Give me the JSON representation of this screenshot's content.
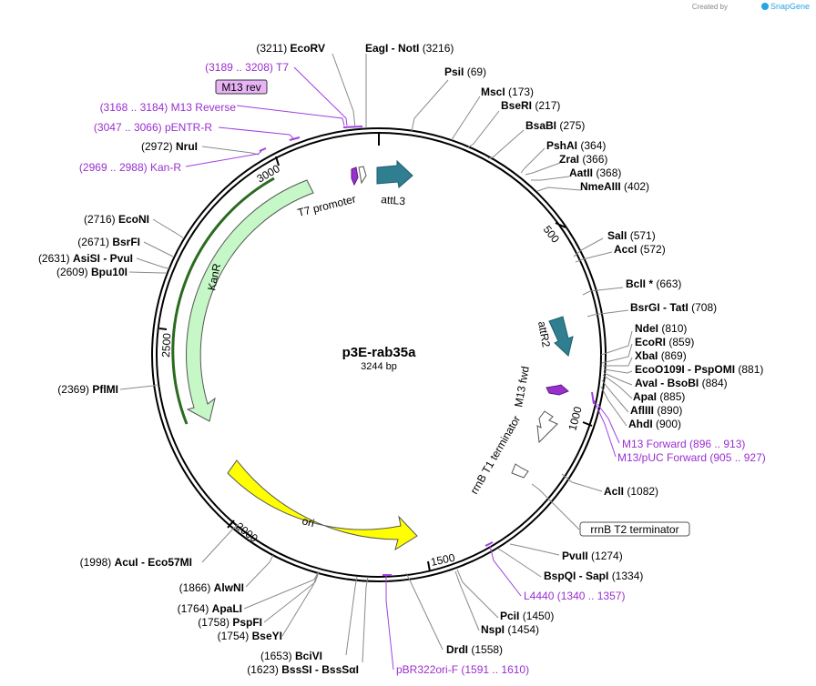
{
  "watermark": {
    "created_by": "Created by",
    "brand": "SnapGene"
  },
  "plasmid": {
    "name": "p3E-rab35a",
    "size_label": "3244 bp",
    "length": 3244
  },
  "enzymes": [
    {
      "name": "EcoRV",
      "pos": "(3211)",
      "side": "L"
    },
    {
      "name": "EagI - NotI",
      "pos": "(3216)",
      "side": "R"
    },
    {
      "name": "PsiI",
      "pos": "(69)",
      "side": "R"
    },
    {
      "name": "MscI",
      "pos": "(173)",
      "side": "R"
    },
    {
      "name": "BseRI",
      "pos": "(217)",
      "side": "R"
    },
    {
      "name": "BsaBI",
      "pos": "(275)",
      "side": "R"
    },
    {
      "name": "PshAI",
      "pos": "(364)",
      "side": "R"
    },
    {
      "name": "ZraI",
      "pos": "(366)",
      "side": "R"
    },
    {
      "name": "AatII",
      "pos": "(368)",
      "side": "R"
    },
    {
      "name": "NmeAIII",
      "pos": "(402)",
      "side": "R"
    },
    {
      "name": "SalI",
      "pos": "(571)",
      "side": "R"
    },
    {
      "name": "AccI",
      "pos": "(572)",
      "side": "R"
    },
    {
      "name": "BclI *",
      "pos": "(663)",
      "side": "R"
    },
    {
      "name": "BsrGI - TatI",
      "pos": "(708)",
      "side": "R"
    },
    {
      "name": "NdeI",
      "pos": "(810)",
      "side": "R"
    },
    {
      "name": "EcoRI",
      "pos": "(859)",
      "side": "R"
    },
    {
      "name": "XbaI",
      "pos": "(869)",
      "side": "R"
    },
    {
      "name": "EcoO109I - PspOMI",
      "pos": "(881)",
      "side": "R"
    },
    {
      "name": "AvaI - BsoBI",
      "pos": "(884)",
      "side": "R"
    },
    {
      "name": "ApaI",
      "pos": "(885)",
      "side": "R"
    },
    {
      "name": "AflIII",
      "pos": "(890)",
      "side": "R"
    },
    {
      "name": "AhdI",
      "pos": "(900)",
      "side": "R"
    },
    {
      "name": "AclI",
      "pos": "(1082)",
      "side": "R"
    },
    {
      "name": "PvuII",
      "pos": "(1274)",
      "side": "R"
    },
    {
      "name": "BspQI - SapI",
      "pos": "(1334)",
      "side": "R"
    },
    {
      "name": "PciI",
      "pos": "(1450)",
      "side": "R"
    },
    {
      "name": "NspI",
      "pos": "(1454)",
      "side": "R"
    },
    {
      "name": "DrdI",
      "pos": "(1558)",
      "side": "R"
    },
    {
      "name": "BssSI - BssSαI",
      "pos": "(1623)",
      "side": "L"
    },
    {
      "name": "BciVI",
      "pos": "(1653)",
      "side": "L"
    },
    {
      "name": "BseYI",
      "pos": "(1754)",
      "side": "L"
    },
    {
      "name": "PspFI",
      "pos": "(1758)",
      "side": "L"
    },
    {
      "name": "ApaLI",
      "pos": "(1764)",
      "side": "L"
    },
    {
      "name": "AlwNI",
      "pos": "(1866)",
      "side": "L"
    },
    {
      "name": "AcuI - Eco57MI",
      "pos": "(1998)",
      "side": "L"
    },
    {
      "name": "PflMI",
      "pos": "(2369)",
      "side": "L"
    },
    {
      "name": "Bpu10I",
      "pos": "(2609)",
      "side": "L"
    },
    {
      "name": "AsiSI - PvuI",
      "pos": "(2631)",
      "side": "L"
    },
    {
      "name": "BsrFI",
      "pos": "(2671)",
      "side": "L"
    },
    {
      "name": "EcoNI",
      "pos": "(2716)",
      "side": "L"
    },
    {
      "name": "NruI",
      "pos": "(2972)",
      "side": "L"
    }
  ],
  "primers": [
    {
      "name": "T7",
      "range": "(3189 .. 3208)",
      "side": "L"
    },
    {
      "name": "M13 rev",
      "range": "",
      "side": "L",
      "boxed": true
    },
    {
      "name": "M13 Reverse",
      "range": "(3168 .. 3184)",
      "side": "L"
    },
    {
      "name": "pENTR-R",
      "range": "(3047 .. 3066)",
      "side": "L"
    },
    {
      "name": "Kan-R",
      "range": "(2969 .. 2988)",
      "side": "L"
    },
    {
      "name": "M13 Forward",
      "range": "(896 .. 913)",
      "side": "R"
    },
    {
      "name": "M13/pUC Forward",
      "range": "(905 .. 927)",
      "side": "R"
    },
    {
      "name": "L4440",
      "range": "(1340 .. 1357)",
      "side": "R"
    },
    {
      "name": "pBR322ori-F",
      "range": "(1591 .. 1610)",
      "side": "R"
    }
  ],
  "features": [
    {
      "name": "T7 promoter",
      "color": "#9a2fd0"
    },
    {
      "name": "attL3",
      "color": "#2f7f91"
    },
    {
      "name": "attR2",
      "color": "#2f7f91"
    },
    {
      "name": "M13 fwd",
      "color": "#9a2fd0"
    },
    {
      "name": "rrnB T1 terminator",
      "color": "#ffffff"
    },
    {
      "name": "rrnB T2 terminator",
      "color": "#ffffff"
    },
    {
      "name": "KanR",
      "color": "#c6f7c6"
    },
    {
      "name": "ori",
      "color": "#ffff00"
    }
  ],
  "ticks": [
    "500",
    "1000",
    "1500",
    "2000",
    "2500",
    "3000"
  ],
  "colors": {
    "primer": "#9a2fd0",
    "att": "#2f7f91",
    "kanr": "#c6f7c6",
    "ori": "#ffff00",
    "promoter": "#9a2fd0"
  },
  "icons": {
    "brand": "snapgene-logo-icon"
  }
}
